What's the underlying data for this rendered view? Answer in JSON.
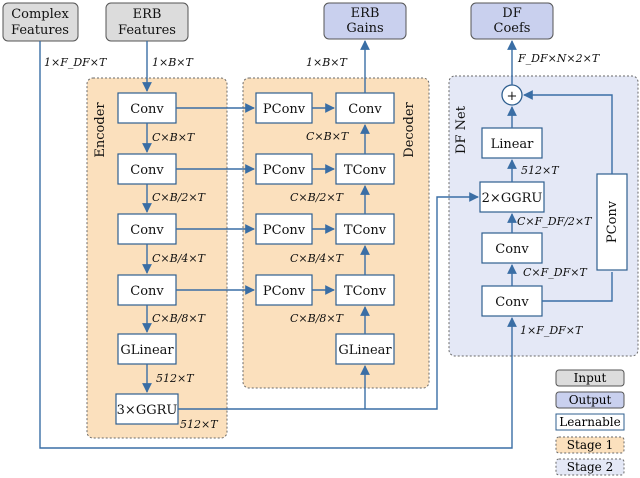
{
  "inputs": {
    "complex": [
      "Complex",
      "Features"
    ],
    "erb": [
      "ERB",
      "Features"
    ]
  },
  "outputs": {
    "erb_gains": [
      "ERB",
      "Gains"
    ],
    "df_coefs": [
      "DF",
      "Coefs"
    ]
  },
  "groups": {
    "encoder": "Encoder",
    "decoder": "Decoder",
    "dfnet": "DF Net"
  },
  "encoder": {
    "blocks": [
      "Conv",
      "Conv",
      "Conv",
      "Conv",
      "GLinear",
      "3×GGRU"
    ]
  },
  "decoder": {
    "pconv": [
      "PConv",
      "PConv",
      "PConv",
      "PConv"
    ],
    "dec": [
      "Conv",
      "TConv",
      "TConv",
      "TConv"
    ],
    "glinear": "GLinear"
  },
  "dfnet": {
    "linear": "Linear",
    "ggru": "2×GGRU",
    "conv_mid": "Conv",
    "conv_bottom": "Conv",
    "pconv_side": "PConv",
    "sum": "+"
  },
  "labels": {
    "complex_in": "1×F_DF×T",
    "erb_in": "1×B×T",
    "enc1": "C×B×T",
    "enc2": "C×B/2×T",
    "enc3": "C×B/4×T",
    "enc4": "C×B/8×T",
    "enc5": "512×T",
    "enc6": "512×T",
    "dec_out": "1×B×T",
    "dec1": "C×B×T",
    "dec2": "C×B/2×T",
    "dec3": "C×B/4×T",
    "dec4": "C×B/8×T",
    "df_out": "F_DF×N×2×T",
    "df_lin": "512×T",
    "df_ggru": "C×F_DF/2×T",
    "df_conv": "C×F_DF×T",
    "df_in": "1×F_DF×T"
  },
  "legend": [
    "Input",
    "Output",
    "Learnable",
    "Stage 1",
    "Stage 2"
  ],
  "colors": {
    "input_fill": "#dcdcdc",
    "output_fill": "#c9d0ee",
    "stage1_fill": "#fbe0bd",
    "stage2_fill": "#e4e8f6",
    "line": "#3a6ea5"
  }
}
